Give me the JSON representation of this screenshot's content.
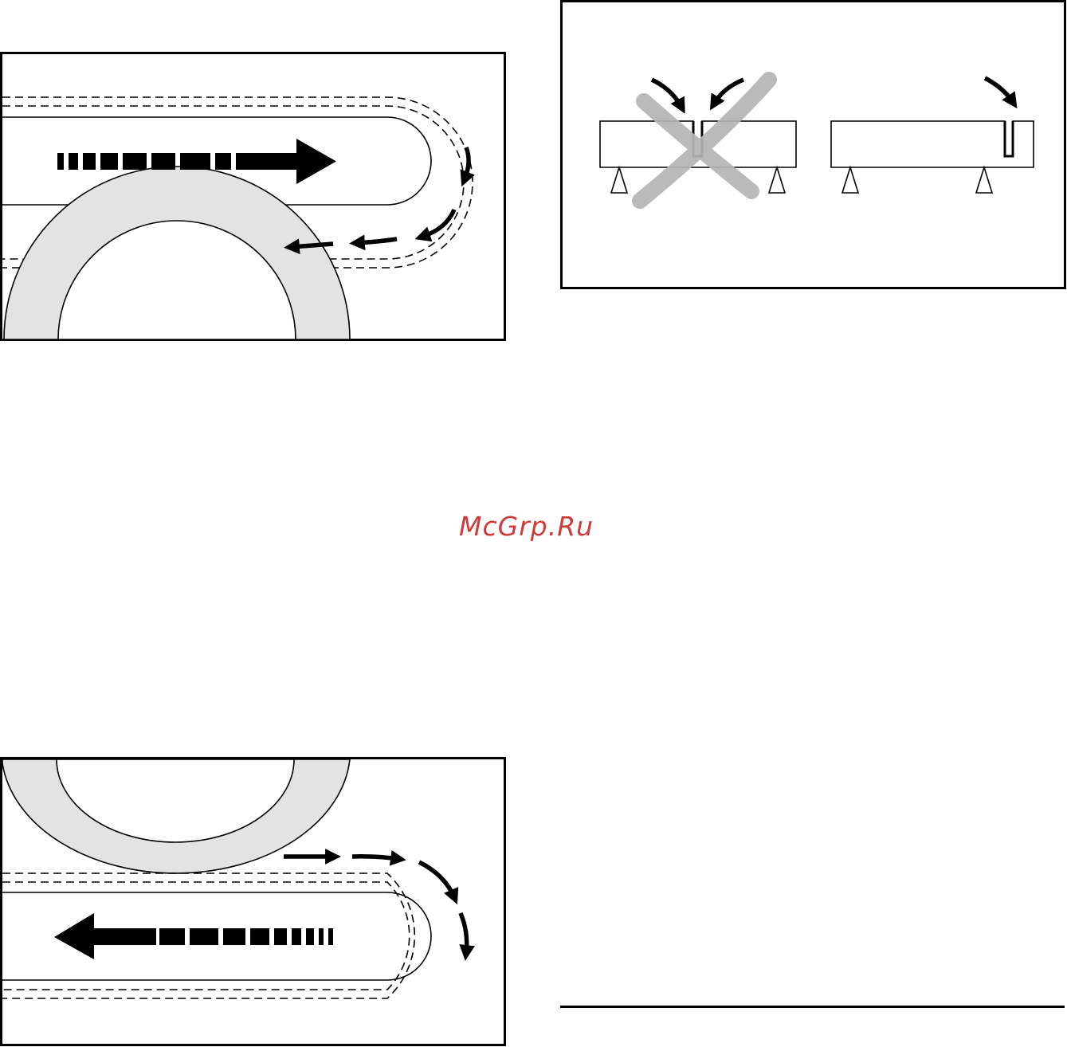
{
  "watermark": {
    "text": "McGrp.Ru"
  },
  "colors": {
    "ink": "#000000",
    "wheel_fill": "#e3e3e3",
    "cross": "#b5b5b5",
    "watermark": "#d13a3a"
  },
  "figures": [
    {
      "id": "drum-forward",
      "description": ""
    },
    {
      "id": "notch-placement",
      "description": ""
    },
    {
      "id": "drum-reverse",
      "description": ""
    }
  ]
}
